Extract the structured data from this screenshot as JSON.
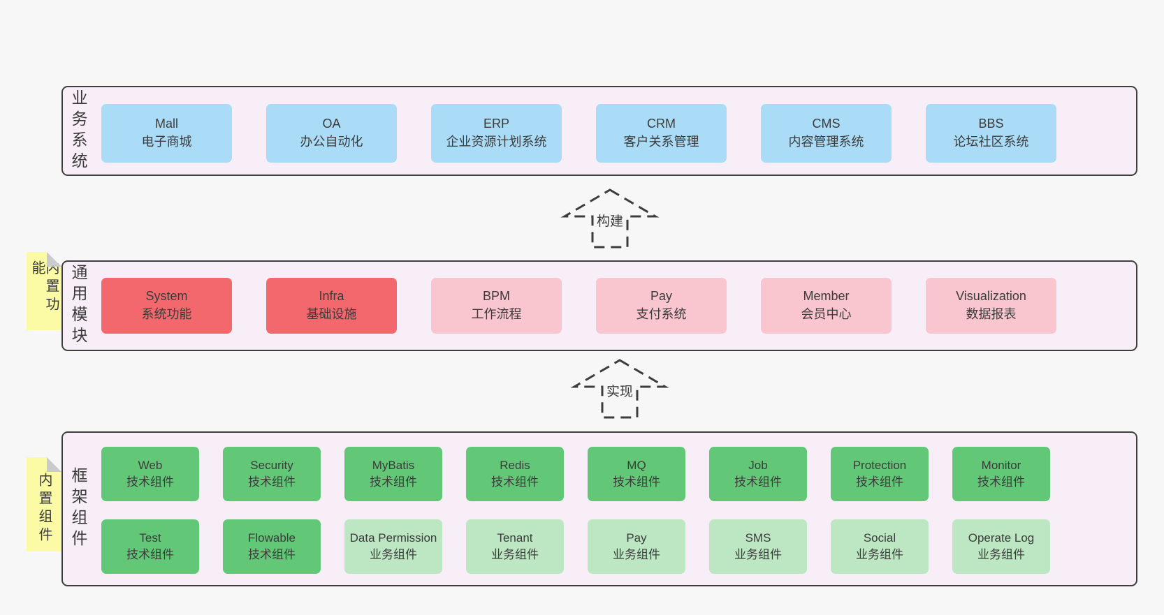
{
  "colors": {
    "page_bg": "#f7f7f7",
    "panel_bg": "#f8eef7",
    "panel_border": "#3f3f3f",
    "box_blue": "#aadcf7",
    "box_red": "#f2686d",
    "box_pink": "#f9c5ce",
    "box_green": "#63c778",
    "box_lightgreen": "#bde6c3",
    "note_yellow": "#fbfba6",
    "note_fold_gray": "#c9cbcd",
    "text": "#3b3b3b"
  },
  "diagram": {
    "arrows": [
      {
        "label": "构建"
      },
      {
        "label": "实现"
      }
    ],
    "layers": [
      {
        "title": "业务系统",
        "boxes": [
          {
            "name": "Mall",
            "desc": "电子商城"
          },
          {
            "name": "OA",
            "desc": "办公自动化"
          },
          {
            "name": "ERP",
            "desc": "企业资源计划系统"
          },
          {
            "name": "CRM",
            "desc": "客户关系管理"
          },
          {
            "name": "CMS",
            "desc": "内容管理系统"
          },
          {
            "name": "BBS",
            "desc": "论坛社区系统"
          }
        ]
      },
      {
        "title": "通用模块",
        "note": "内置功能",
        "boxes": [
          {
            "name": "System",
            "desc": "系统功能"
          },
          {
            "name": "Infra",
            "desc": "基础设施"
          },
          {
            "name": "BPM",
            "desc": "工作流程"
          },
          {
            "name": "Pay",
            "desc": "支付系统"
          },
          {
            "name": "Member",
            "desc": "会员中心"
          },
          {
            "name": "Visualization",
            "desc": "数据报表"
          }
        ]
      },
      {
        "title": "框架组件",
        "note": "内置组件",
        "rows": [
          [
            {
              "name": "Web",
              "desc": "技术组件"
            },
            {
              "name": "Security",
              "desc": "技术组件"
            },
            {
              "name": "MyBatis",
              "desc": "技术组件"
            },
            {
              "name": "Redis",
              "desc": "技术组件"
            },
            {
              "name": "MQ",
              "desc": "技术组件"
            },
            {
              "name": "Job",
              "desc": "技术组件"
            },
            {
              "name": "Protection",
              "desc": "技术组件"
            },
            {
              "name": "Monitor",
              "desc": "技术组件"
            }
          ],
          [
            {
              "name": "Test",
              "desc": "技术组件"
            },
            {
              "name": "Flowable",
              "desc": "技术组件"
            },
            {
              "name": "Data Permission",
              "desc": "业务组件"
            },
            {
              "name": "Tenant",
              "desc": "业务组件"
            },
            {
              "name": "Pay",
              "desc": "业务组件"
            },
            {
              "name": "SMS",
              "desc": "业务组件"
            },
            {
              "name": "Social",
              "desc": "业务组件"
            },
            {
              "name": "Operate Log",
              "desc": "业务组件"
            }
          ]
        ]
      }
    ]
  }
}
